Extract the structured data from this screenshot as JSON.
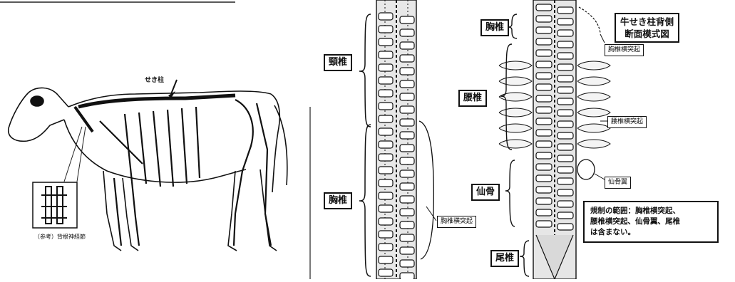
{
  "left_panel": {
    "spine_label": "せき柱",
    "inset_caption": "（参考）背根神経節"
  },
  "middle_panel": {
    "cervical_label": "頸椎",
    "thoracic_label": "胸椎",
    "thoracic_transverse_label": "胸椎横突起"
  },
  "right_panel": {
    "title_line1": "牛せき柱背側",
    "title_line2": "断面模式図",
    "thoracic_label": "胸椎",
    "thoracic_transverse_label": "胸椎横突起",
    "lumbar_label": "腰椎",
    "lumbar_transverse_label": "腰椎横突起",
    "sacrum_label": "仙骨",
    "sacral_wing_label": "仙骨翼",
    "caudal_label": "尾椎",
    "note_line1": "規制の範囲：胸椎横突起、",
    "note_line2": "腰椎横突起、仙骨翼、尾椎",
    "note_line3": "は含まない。"
  },
  "colors": {
    "ink": "#111111",
    "background": "#ffffff"
  }
}
